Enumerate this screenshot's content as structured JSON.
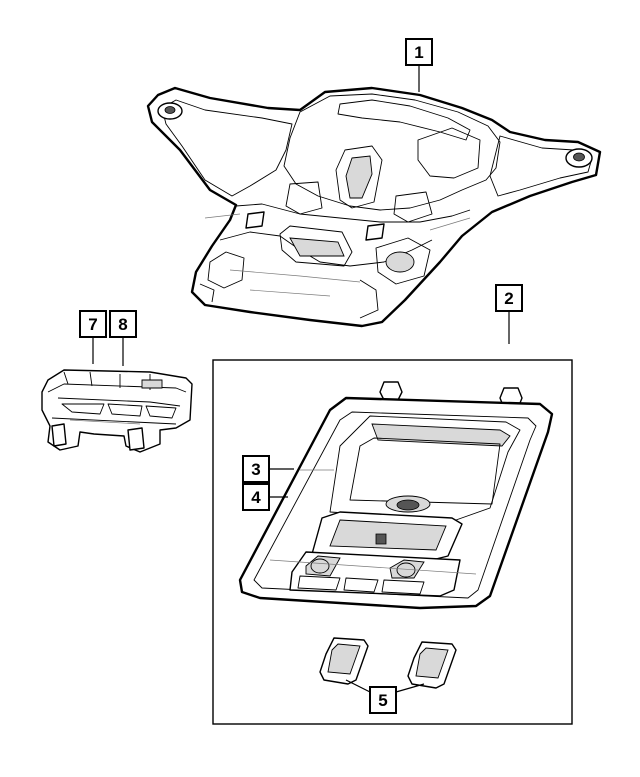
{
  "callouts": {
    "c1": "1",
    "c2": "2",
    "c3": "3",
    "c4": "4",
    "c5": "5",
    "c7": "7",
    "c8": "8"
  },
  "parts": [
    {
      "callout": "1",
      "icon": "overhead-bracket"
    },
    {
      "callout": "2",
      "icon": "overhead-console-assembly"
    },
    {
      "callout": "3",
      "icon": "console-bezel"
    },
    {
      "callout": "4",
      "icon": "console-housing"
    },
    {
      "callout": "5",
      "icon": "map-lamp-lens"
    },
    {
      "callout": "7",
      "icon": "module"
    },
    {
      "callout": "8",
      "icon": "module-bracket"
    }
  ]
}
